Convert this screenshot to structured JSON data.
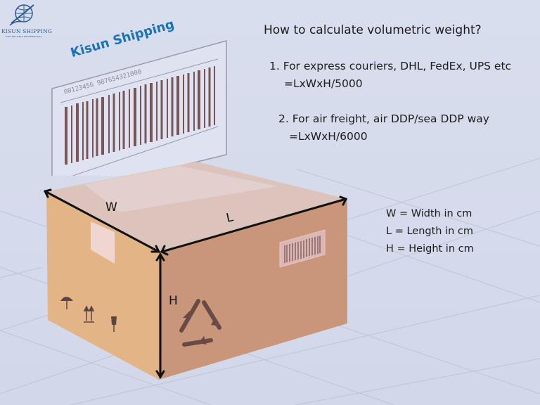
{
  "logo": {
    "brand": "KISUN SHIPPING",
    "tagline": "FAST RELIABLE PROFESSIONAL",
    "icon": "globe-plane-icon"
  },
  "label": {
    "brand": "Kisun Shipping",
    "barcode_number": "00123456 987654321000"
  },
  "heading": "How to calculate volumetric weight?",
  "methods": [
    {
      "label": "1. For express couriers, DHL, FedEx, UPS etc",
      "formula": "=LxWxH/5000"
    },
    {
      "label": "2. For air freight, air DDP/sea DDP way",
      "formula": "=LxWxH/6000"
    }
  ],
  "dimensions": {
    "w": "W",
    "l": "L",
    "h": "H"
  },
  "legend": [
    "W = Width in cm",
    "L = Length in cm",
    "H = Height in cm"
  ],
  "colors": {
    "background": "#d6dbec",
    "box_top": "#dcc4bc",
    "box_left": "#e2b486",
    "box_right": "#c9967a",
    "brand_blue": "#1a73b8",
    "barcode": "#7a5558"
  },
  "box_icons": [
    "keep-dry-icon",
    "this-way-up-icon",
    "fragile-icon",
    "recycle-icon"
  ]
}
